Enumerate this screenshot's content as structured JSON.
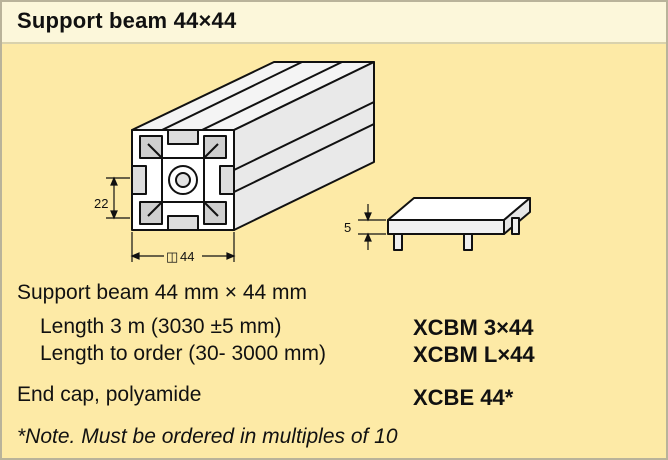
{
  "header": {
    "title": "Support beam 44×44"
  },
  "drawing": {
    "dim_height": "22",
    "dim_width": "44",
    "width_symbol": "◫",
    "dim_cap": "5"
  },
  "products": {
    "beam_heading": "Support beam 44 mm × 44 mm",
    "rows": [
      {
        "label": "Length 3 m (3030 ±5 mm)",
        "code": "XCBM 3×44"
      },
      {
        "label": "Length to order (30- 3000 mm)",
        "code": "XCBM L×44"
      }
    ],
    "endcap": {
      "label": "End cap, polyamide",
      "code": "XCBE 44*"
    }
  },
  "footnote": "*Note. Must be ordered in multiples of 10"
}
